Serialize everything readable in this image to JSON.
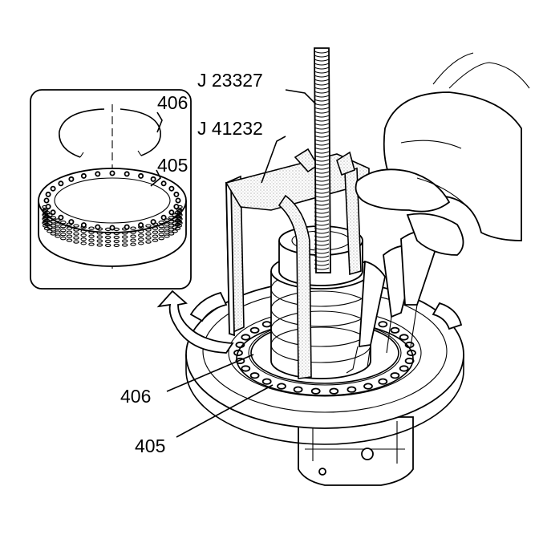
{
  "labels": {
    "tool_top": "J 23327",
    "tool_frame": "J 41232",
    "inset_ring_top": "406",
    "inset_ring_bottom": "405",
    "main_snap_ring": "406",
    "main_spring_ring": "405"
  },
  "colors": {
    "ink": "#000000",
    "paper": "#ffffff",
    "stipple": "#9a9a9a"
  },
  "icons": {
    "arrow": "curved-arrow-icon"
  }
}
